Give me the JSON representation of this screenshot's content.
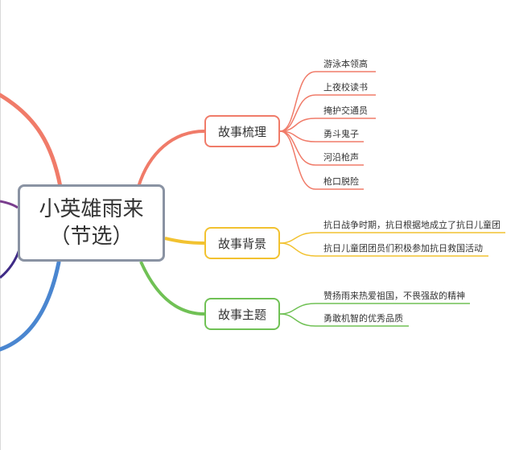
{
  "center": {
    "line1": "小英雄雨来",
    "line2": "（节选）"
  },
  "branches": [
    {
      "label": "故事梳理",
      "color": "#f07b69",
      "leaves": [
        "游泳本领高",
        "上夜校读书",
        "掩护交通员",
        "勇斗鬼子",
        "河沿枪声",
        "枪口脱险"
      ]
    },
    {
      "label": "故事背景",
      "color": "#f2c230",
      "leaves": [
        "抗日战争时期，抗日根据地成立了抗日儿童团",
        "抗日儿童团团员们积极参加抗日救国活动"
      ]
    },
    {
      "label": "故事主题",
      "color": "#70c155",
      "leaves": [
        "赞扬雨来热爱祖国，不畏强敌的精神",
        "勇敢机智的优秀品质"
      ]
    }
  ],
  "offscreen_branch_colors": [
    "#f07b69",
    "#7a3e8e",
    "#3f2b86",
    "#4a86d0"
  ]
}
